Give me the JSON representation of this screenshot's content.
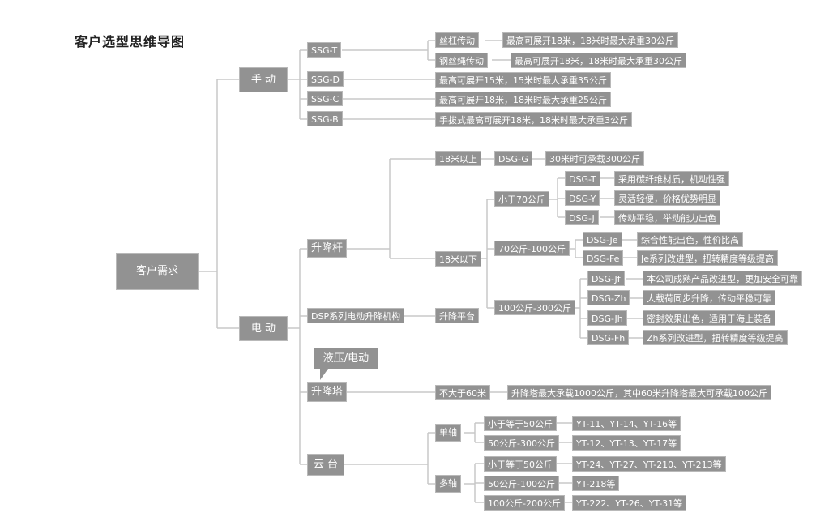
{
  "title": "客户选型思维导图",
  "root": "客户需求",
  "manual": {
    "label": "手 动",
    "ssg_t": "SSG-T",
    "ssg_t_screw": "丝杠传动",
    "ssg_t_screw_desc": "最高可展开18米，18米时最大承重30公斤",
    "ssg_t_wire": "钢丝绳传动",
    "ssg_t_wire_desc": "最高可展开18米，18米时最大承重30公斤",
    "ssg_d": "SSG-D",
    "ssg_d_desc": "最高可展开15米，15米时最大承重35公斤",
    "ssg_c": "SSG-C",
    "ssg_c_desc": "最高可展开18米，18米时最大承重25公斤",
    "ssg_b": "SSG-B",
    "ssg_b_desc": "手拔式最高可展开18米，18米时最大承重3公斤"
  },
  "electric": {
    "label": "电 动",
    "mast": {
      "label": "升降杆",
      "above18": "18米以上",
      "dsg_g": "DSG-G",
      "dsg_g_desc": "30米时可承载300公斤",
      "below18": "18米以下",
      "lt70": "小于70公斤",
      "dsg_t": "DSG-T",
      "dsg_t_desc": "采用碳纤维材质，机动性强",
      "dsg_y": "DSG-Y",
      "dsg_y_desc": "灵活轻便，价格优势明显",
      "dsg_j": "DSG-J",
      "dsg_j_desc": "传动平稳，举动能力出色",
      "r70_100": "70公斤-100公斤",
      "dsg_je": "DSG-Je",
      "dsg_je_desc": "综合性能出色，性价比高",
      "dsg_fe": "DSG-Fe",
      "dsg_fe_desc": "Je系列改进型，扭转精度等级提高",
      "r100_300": "100公斤-300公斤",
      "dsg_jf": "DSG-Jf",
      "dsg_jf_desc": "本公司成熟产品改进型，更加安全可靠",
      "dsg_zh": "DSG-Zh",
      "dsg_zh_desc": "大载荷同步升降，传动平稳可靠",
      "dsg_jh": "DSG-Jh",
      "dsg_jh_desc": "密封效果出色，适用于海上装备",
      "dsg_fh": "DSG-Fh",
      "dsg_fh_desc": "Zh系列改进型，扭转精度等级提高"
    },
    "dsp": {
      "label": "DSP系列电动升降机构",
      "platform": "升降平台"
    },
    "tower": {
      "callout": "液压/电动",
      "label": "升降塔",
      "max60": "不大于60米",
      "desc": "升降塔最大承载1000公斤，其中60米升降塔最大可承载100公斤"
    },
    "ptz": {
      "label": "云 台",
      "single": "单轴",
      "s_le50": "小于等于50公斤",
      "s_le50_models": "YT-11、YT-14、YT-16等",
      "s_50_300": "50公斤-300公斤",
      "s_50_300_models": "YT-12、YT-13、YT-17等",
      "multi": "多轴",
      "m_le50": "小于等于50公斤",
      "m_le50_models": "YT-24、YT-27、YT-210、YT-213等",
      "m_50_100": "50公斤-100公斤",
      "m_50_100_models": "YT-218等",
      "m_100_200": "100公斤-200公斤",
      "m_100_200_models": "YT-222、YT-26、YT-31等"
    }
  }
}
